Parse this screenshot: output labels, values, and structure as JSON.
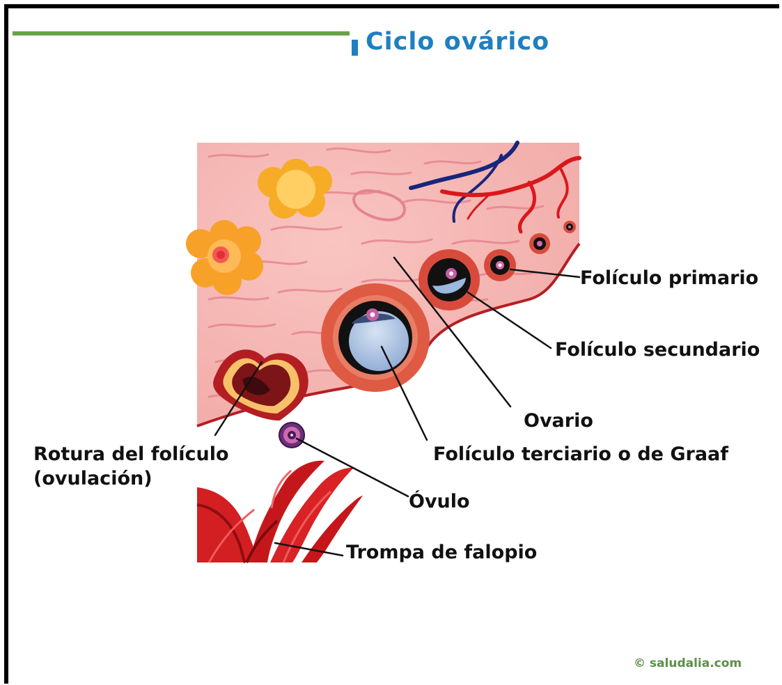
{
  "title": "Ciclo ovárico",
  "labels": {
    "primary": "Folículo primario",
    "secondary": "Folículo secundario",
    "ovary": "Ovario",
    "tertiary": "Folículo terciario o de Graaf",
    "rupture_line1": "Rotura del folículo",
    "rupture_line2": "(ovulación)",
    "ovum": "Óvulo",
    "tube": "Trompa de falopio"
  },
  "copyright": "© saludalia.com",
  "colors": {
    "title": "#1e7fc1",
    "header_line": "#67a447",
    "ovary_tissue": "#f4b6b3",
    "tissue_streaks": "#e48790",
    "blood_artery": "#d61e1f",
    "blood_vein": "#17267c",
    "follicle_ring": "#d8463a",
    "antrum_fluid": "#9db8de",
    "corpus_luteum": "#f7ad2b",
    "corpus_albicans": "#ffc04a",
    "fallopian_tube": "#c8161b",
    "ovum": "#7b2d7b"
  }
}
